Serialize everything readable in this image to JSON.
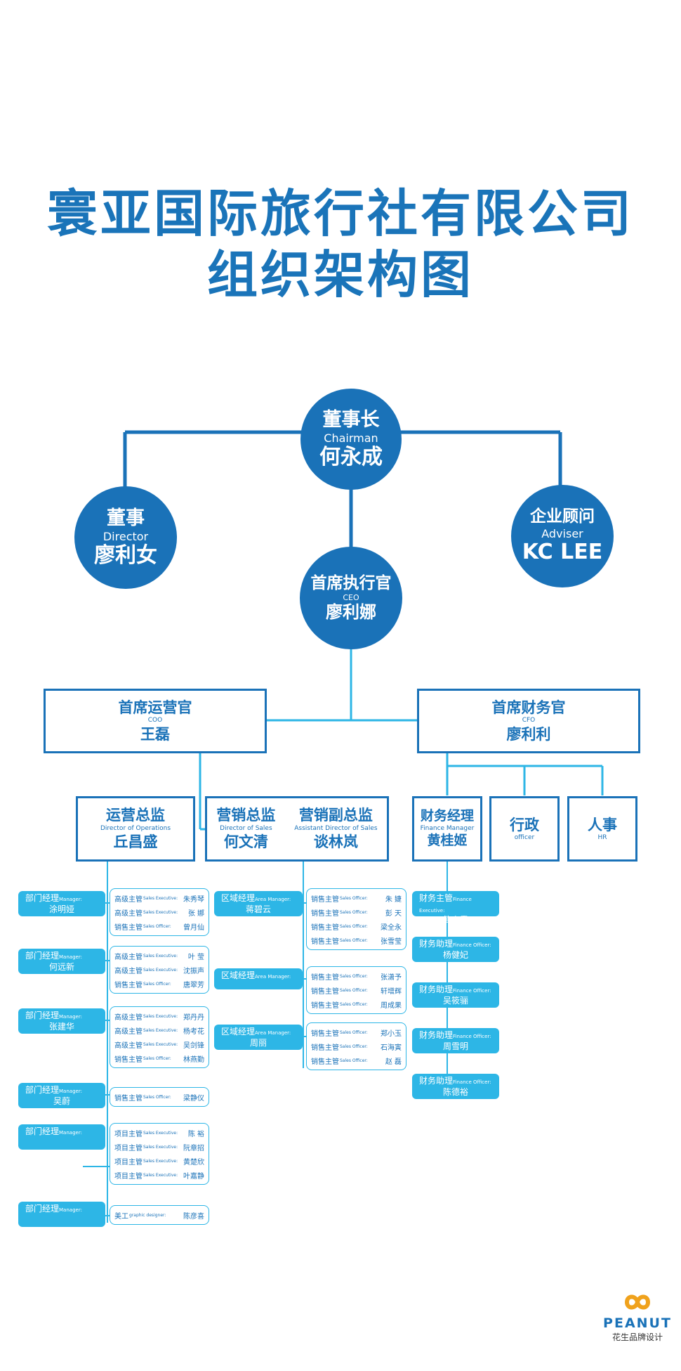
{
  "title": {
    "line1": "寰亚国际旅行社有限公司",
    "line2": "组织架构图"
  },
  "top": {
    "chairman": {
      "title": "董事长",
      "en": "Chairman",
      "name": "何永成"
    },
    "director": {
      "title": "董事",
      "en": "Director",
      "name": "廖利女"
    },
    "adviser": {
      "title": "企业顾问",
      "en": "Adviser",
      "name": "KC LEE"
    },
    "ceo": {
      "title": "首席执行官",
      "en": "CEO",
      "name": "廖利娜"
    }
  },
  "executives": {
    "coo": {
      "title": "首席运营官",
      "en": "COO",
      "name": "王磊"
    },
    "cfo": {
      "title": "首席财务官",
      "en": "CFO",
      "name": "廖利利"
    }
  },
  "directors": {
    "operations": {
      "title": "运营总监",
      "en": "Director of Operations",
      "name": "丘昌盛"
    },
    "sales": {
      "title": "营销总监",
      "en": "Director of Sales",
      "name": "何文清"
    },
    "sales_assistant": {
      "title": "营销副总监",
      "en": "Assistant Director of Sales",
      "name": "谈林岚"
    },
    "finance": {
      "title": "财务经理",
      "en": "Finance Manager",
      "name": "黄桂姬"
    },
    "admin": {
      "title": "行政",
      "en": "officer"
    },
    "hr": {
      "title": "人事",
      "en": "HR"
    }
  },
  "operations_departments": [
    {
      "label": "部门经理",
      "en": "Manager:",
      "name": "涂明娅",
      "staff": [
        {
          "role": "高级主管",
          "en": "Sales Executive:",
          "name": "朱秀琴"
        },
        {
          "role": "高级主管",
          "en": "Sales Executive:",
          "name": "张  娜"
        },
        {
          "role": "销售主管",
          "en": "Sales Officer:",
          "name": "曾月仙"
        }
      ]
    },
    {
      "label": "部门经理",
      "en": "Manager:",
      "name": "何远新",
      "staff": [
        {
          "role": "高级主管",
          "en": "Sales Executive:",
          "name": "叶  莹"
        },
        {
          "role": "高级主管",
          "en": "Sales Executive:",
          "name": "沈振声"
        },
        {
          "role": "销售主管",
          "en": "Sales Officer:",
          "name": "唐翠芳"
        }
      ]
    },
    {
      "label": "部门经理",
      "en": "Manager:",
      "name": "张建华",
      "staff": [
        {
          "role": "高级主管",
          "en": "Sales Executive:",
          "name": "郑丹丹"
        },
        {
          "role": "高级主管",
          "en": "Sales Executive:",
          "name": "杨考花"
        },
        {
          "role": "高级主管",
          "en": "Sales Executive:",
          "name": "吴剑锋"
        },
        {
          "role": "销售主管",
          "en": "Sales Officer:",
          "name": "林燕勤"
        }
      ]
    },
    {
      "label": "部门经理",
      "en": "Manager:",
      "name": "吴蔚",
      "staff": [
        {
          "role": "销售主管",
          "en": "Sales Officer:",
          "name": "梁静仪"
        }
      ]
    },
    {
      "label": "部门经理",
      "en": "Manager:",
      "name": "",
      "staff": [
        {
          "role": "项目主管",
          "en": "Sales Executive:",
          "name": "陈  裕"
        },
        {
          "role": "项目主管",
          "en": "Sales Executive:",
          "name": "阮章招"
        },
        {
          "role": "项目主管",
          "en": "Sales Executive:",
          "name": "黄楚欣"
        },
        {
          "role": "项目主管",
          "en": "Sales Executive:",
          "name": "叶嘉静"
        }
      ]
    },
    {
      "label": "部门经理",
      "en": "Manager:",
      "name": "",
      "staff": [
        {
          "role": "美工",
          "en": "graphic designer:",
          "name": "陈彦喜"
        }
      ]
    }
  ],
  "sales_areas": [
    {
      "label": "区域经理",
      "en": "Area Manager:",
      "name": "蒋碧云",
      "staff": [
        {
          "role": "销售主管",
          "en": "Sales Officer:",
          "name": "朱  婕"
        },
        {
          "role": "销售主管",
          "en": "Sales Officer:",
          "name": "彭  天"
        },
        {
          "role": "销售主管",
          "en": "Sales Officer:",
          "name": "梁全永"
        },
        {
          "role": "销售主管",
          "en": "Sales Officer:",
          "name": "张雪莹"
        }
      ]
    },
    {
      "label": "区域经理",
      "en": "Area Manager:",
      "name": "",
      "staff": [
        {
          "role": "销售主管",
          "en": "Sales Officer:",
          "name": "张潇予"
        },
        {
          "role": "销售主管",
          "en": "Sales Officer:",
          "name": "轩增辉"
        },
        {
          "role": "销售主管",
          "en": "Sales Officer:",
          "name": "周成果"
        }
      ]
    },
    {
      "label": "区域经理",
      "en": "Area Manager:",
      "name": "周丽",
      "staff": [
        {
          "role": "销售主管",
          "en": "Sales Officer:",
          "name": "郑小玉"
        },
        {
          "role": "销售主管",
          "en": "Sales Officer:",
          "name": "石海寅"
        },
        {
          "role": "销售主管",
          "en": "Sales Officer:",
          "name": "赵  磊"
        }
      ]
    }
  ],
  "finance_staff": [
    {
      "role": "财务主管",
      "en": "Finance Executive:",
      "name": "简少霭"
    },
    {
      "role": "财务助理",
      "en": "Finance Officer:",
      "name": "杨健妃"
    },
    {
      "role": "财务助理",
      "en": "Finance Officer:",
      "name": "吴筱骊"
    },
    {
      "role": "财务助理",
      "en": "Finance Officer:",
      "name": "周雪明"
    },
    {
      "role": "财务助理",
      "en": "Finance Officer:",
      "name": "陈德裕"
    }
  ],
  "logo": {
    "brand": "PEANUT",
    "sub": "花生品牌设计"
  },
  "colors": {
    "primary": "#1a72b8",
    "accent": "#2db6e6"
  }
}
